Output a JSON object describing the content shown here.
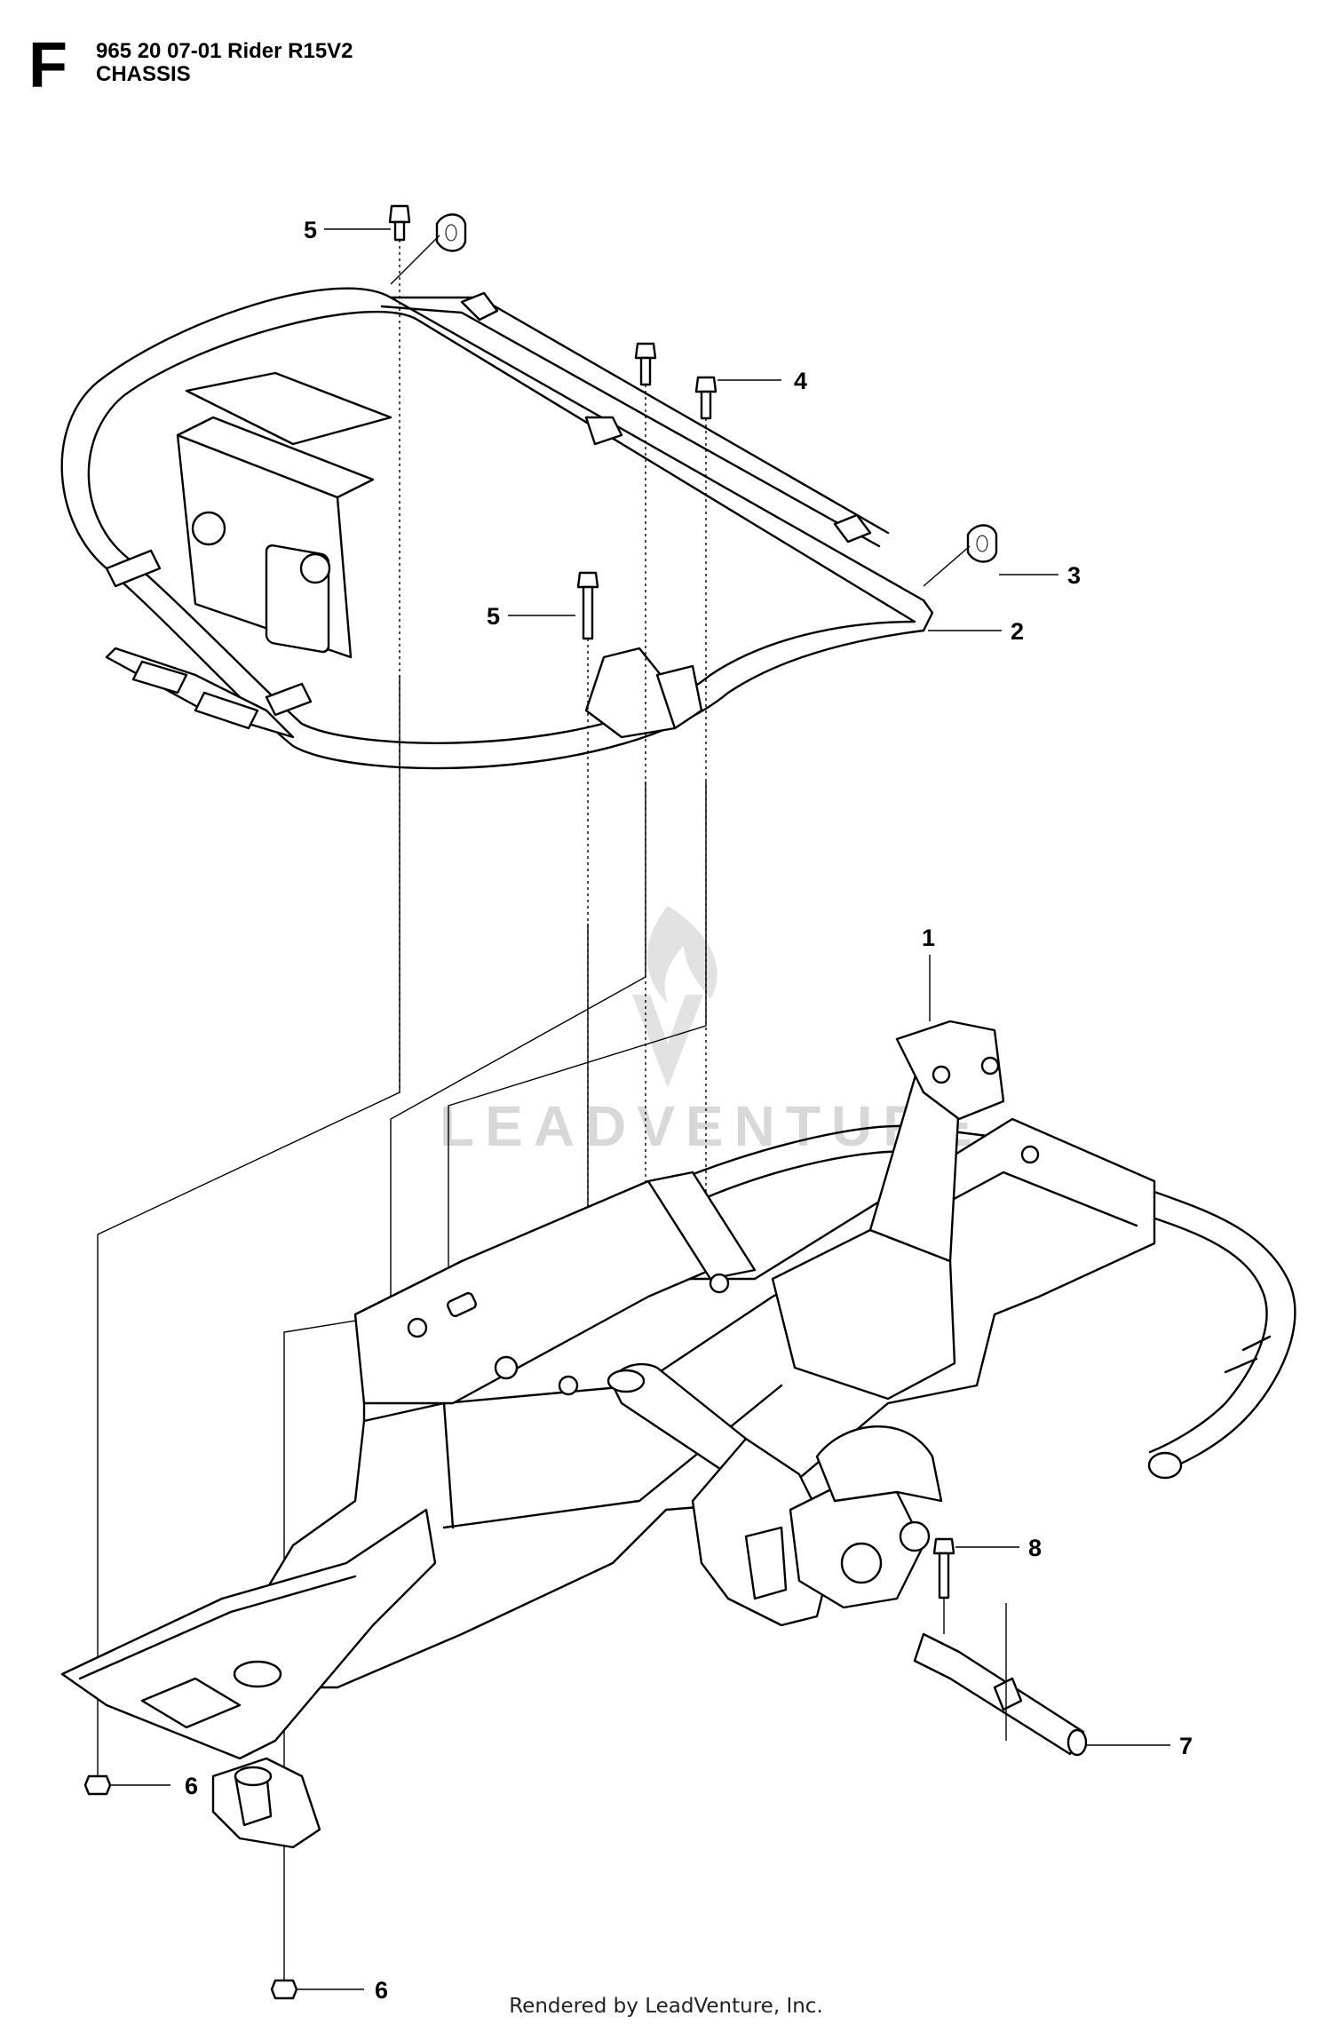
{
  "header": {
    "section_letter": "F",
    "model_line": "965 20 07-01 Rider R15V2",
    "assembly_name": "CHASSIS"
  },
  "watermark": {
    "brand_text": "LEADVENTURE",
    "icon": "leadventure-flame-logo"
  },
  "callouts": [
    {
      "id": "callout-5-top",
      "label": "5"
    },
    {
      "id": "callout-4",
      "label": "4"
    },
    {
      "id": "callout-3",
      "label": "3"
    },
    {
      "id": "callout-2",
      "label": "2"
    },
    {
      "id": "callout-5-mid",
      "label": "5"
    },
    {
      "id": "callout-1",
      "label": "1"
    },
    {
      "id": "callout-8",
      "label": "8"
    },
    {
      "id": "callout-7",
      "label": "7"
    },
    {
      "id": "callout-6-upper",
      "label": "6"
    },
    {
      "id": "callout-6-lower",
      "label": "6"
    }
  ],
  "footer": {
    "credit": "Rendered by LeadVenture, Inc."
  }
}
